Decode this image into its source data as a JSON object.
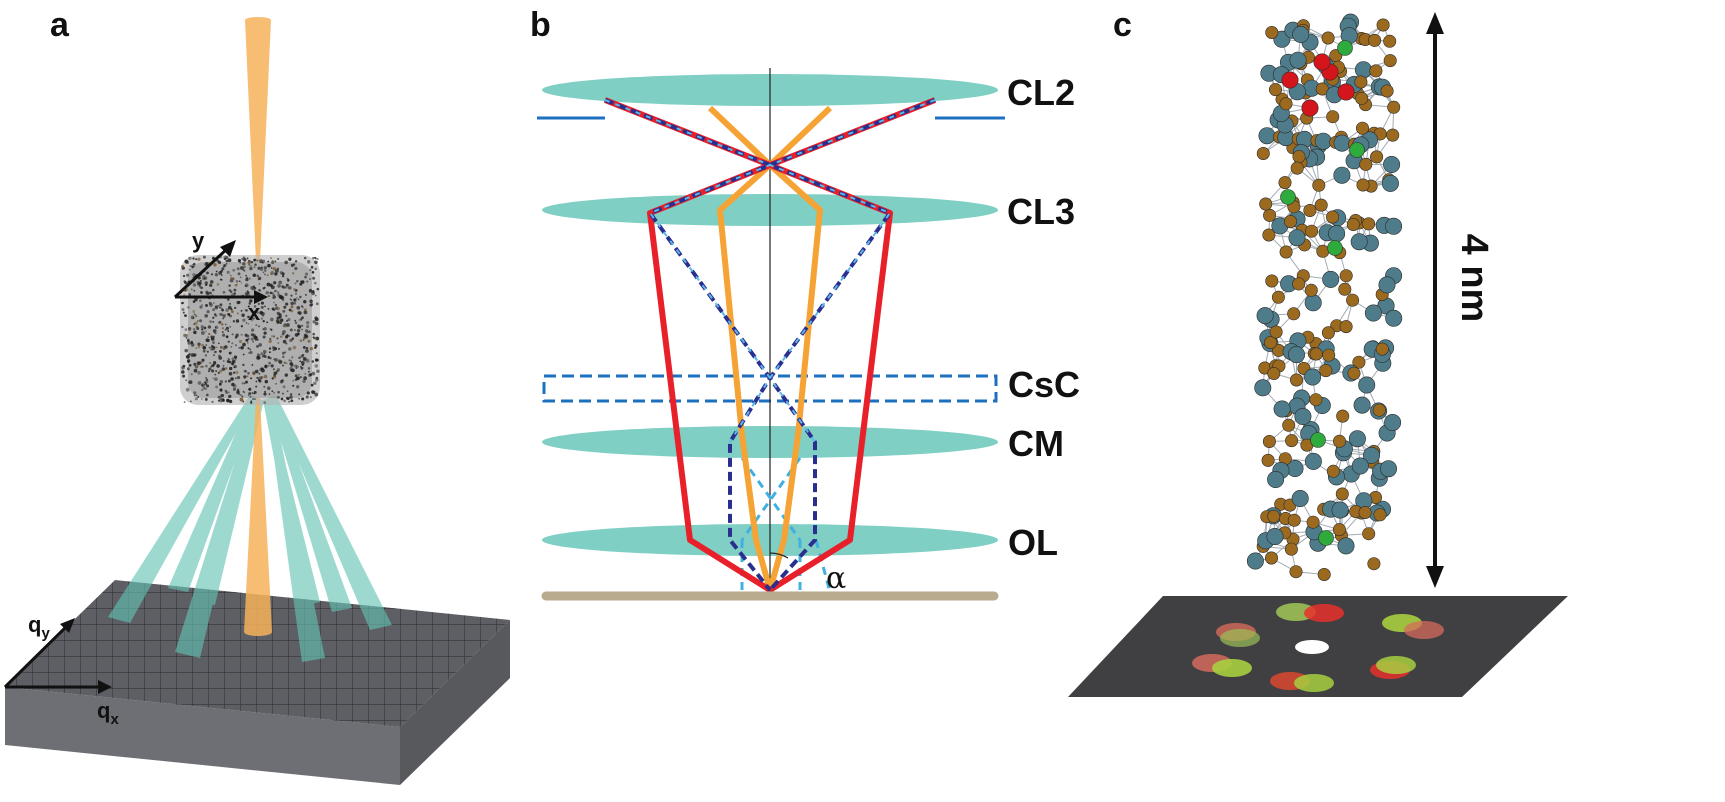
{
  "panels": {
    "a": {
      "letter": "a",
      "axes": {
        "x": "x",
        "y": "y",
        "qx": "q",
        "qx_sub": "x",
        "qy": "q",
        "qy_sub": "y"
      }
    },
    "b": {
      "letter": "b",
      "lenses": [
        "CL2",
        "CL3",
        "CsC",
        "CM",
        "OL"
      ],
      "angle_label": "α"
    },
    "c": {
      "letter": "c",
      "scale_label": "4 nm"
    }
  },
  "colors": {
    "beam_orange": "#f6a336",
    "lens_teal": "#7fcfc4",
    "ray_red": "#e8202a",
    "ray_navy": "#2a2f8f",
    "plane_blue": "#1d6fc0",
    "detector_gray": "#4a4a4e",
    "specimen_plane": "#b8ab8e",
    "atom_brown": "#9b6a1f",
    "atom_slate": "#4f7c8a",
    "atom_red": "#d4161c",
    "atom_green": "#2faa3c"
  }
}
